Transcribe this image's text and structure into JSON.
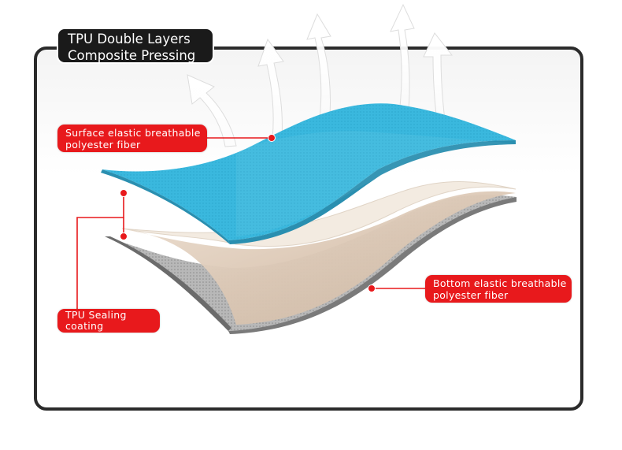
{
  "title": {
    "line1": "TPU Double Layers",
    "line2": "Composite Pressing"
  },
  "callouts": {
    "surface": {
      "line1": "Surface elastic breathable",
      "line2": "polyester fiber"
    },
    "bottom": {
      "line1": "Bottom elastic breathable",
      "line2": "polyester fiber"
    },
    "tpu": {
      "line1": "TPU Sealing",
      "line2": "coating"
    }
  },
  "colors": {
    "surface_layer": "#38b6dc",
    "tpu_layer": "#e3d2c1",
    "bottom_layer": "#9a9a9a",
    "callout": "#e8191c",
    "frame": "#2b2b2b"
  },
  "icons": [
    "breathable-arrow-icon"
  ]
}
